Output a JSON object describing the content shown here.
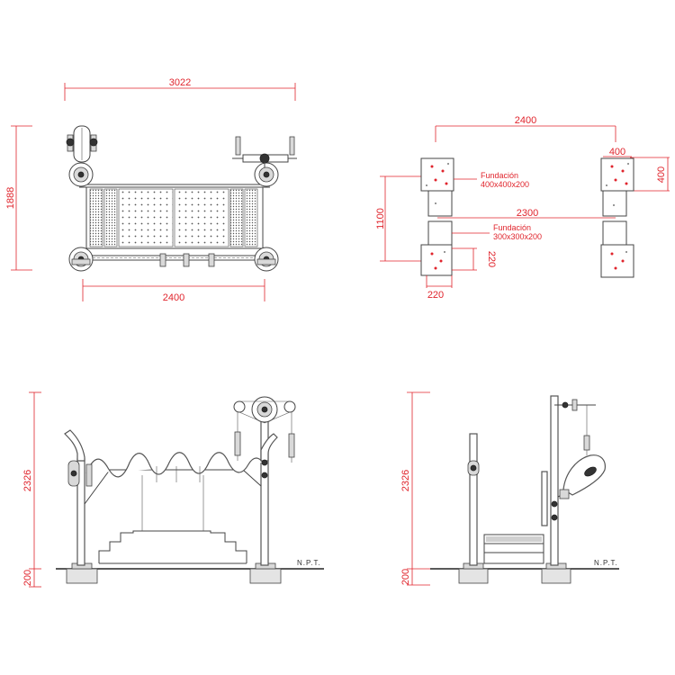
{
  "top_view": {
    "overall_width": "3022",
    "overall_depth": "1888",
    "inner_width": "2400"
  },
  "foundation_plan": {
    "span_width": "2400",
    "large_foundation_size": "400",
    "large_foundation_size_side": "400",
    "large_label_line1": "Fundación",
    "large_label_line2": "400x400x200",
    "inner_span": "2300",
    "depth": "1100",
    "small_label_line1": "Fundación",
    "small_label_line2": "300x300x200",
    "small_size_width": "220",
    "small_size_side": "220"
  },
  "front_elevation": {
    "height": "2326",
    "base_depth": "200",
    "ground_label": "N.P.T."
  },
  "side_elevation": {
    "height": "2326",
    "base_depth": "200",
    "ground_label": "N.P.T."
  }
}
